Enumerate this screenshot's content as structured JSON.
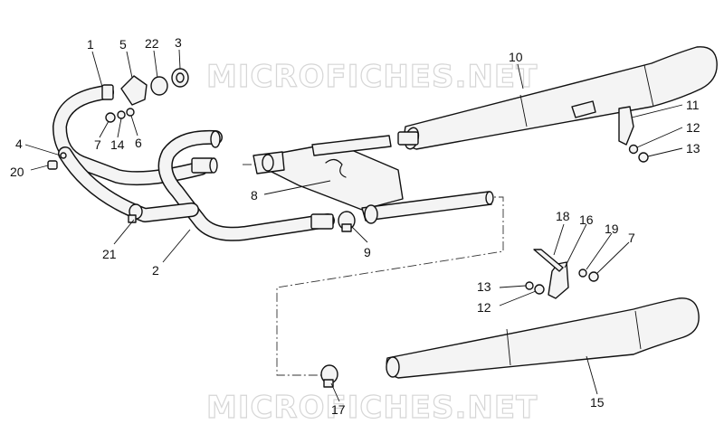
{
  "watermark": "MICROFICHES.NET",
  "diagram": {
    "callouts": [
      "1",
      "5",
      "22",
      "3",
      "7",
      "14",
      "6",
      "4",
      "20",
      "10",
      "11",
      "12",
      "13",
      "8",
      "9",
      "21",
      "2",
      "18",
      "16",
      "19",
      "7",
      "13",
      "12",
      "15",
      "17"
    ]
  }
}
